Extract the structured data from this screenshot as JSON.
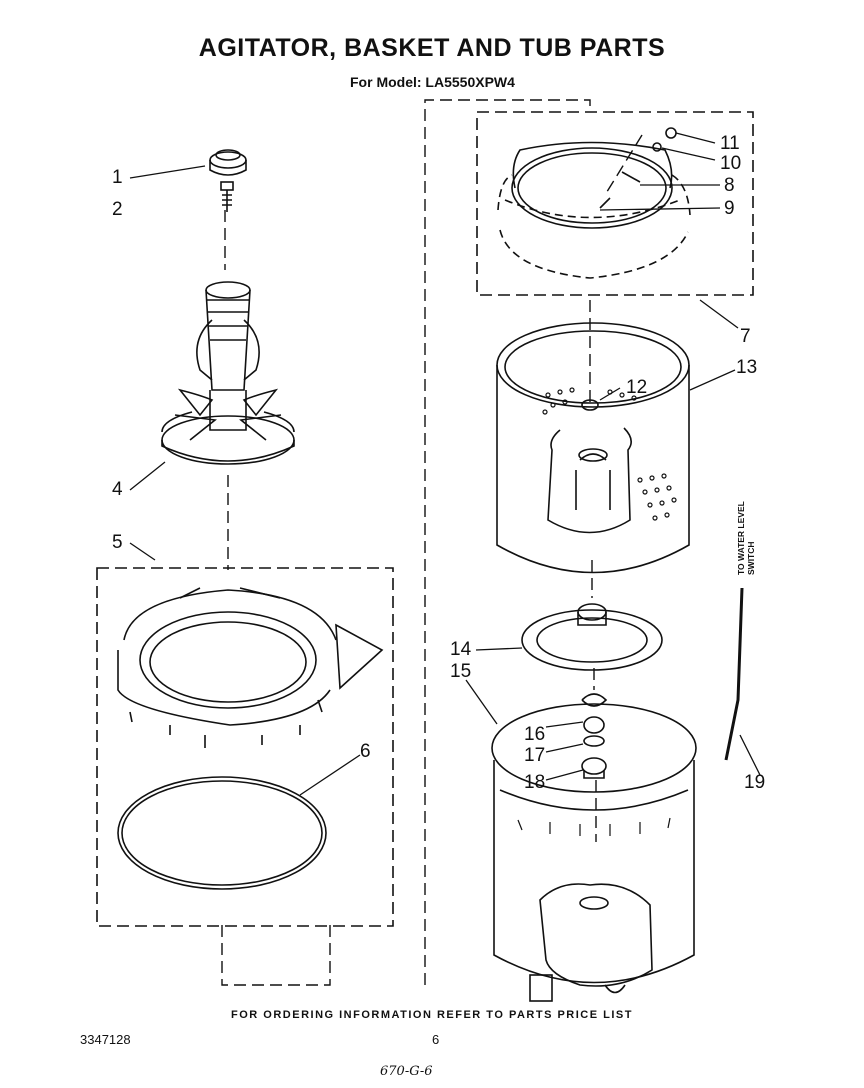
{
  "title": "AGITATOR, BASKET AND TUB PARTS",
  "subtitle": "For Model: LA5550XPW4",
  "callouts": {
    "c1": "1",
    "c2": "2",
    "c4": "4",
    "c5": "5",
    "c6": "6",
    "c7": "7",
    "c8": "8",
    "c9": "9",
    "c10": "10",
    "c11": "11",
    "c12": "12",
    "c13": "13",
    "c14": "14",
    "c15": "15",
    "c16": "16",
    "c17": "17",
    "c18": "18",
    "c19": "19"
  },
  "side_label": {
    "line1": "TO WATER LEVEL",
    "line2": "SWITCH"
  },
  "footer": "FOR ORDERING INFORMATION REFER TO PARTS PRICE LIST",
  "doc_number": "3347128",
  "page_number": "6",
  "handwritten_note": "670-G-6"
}
